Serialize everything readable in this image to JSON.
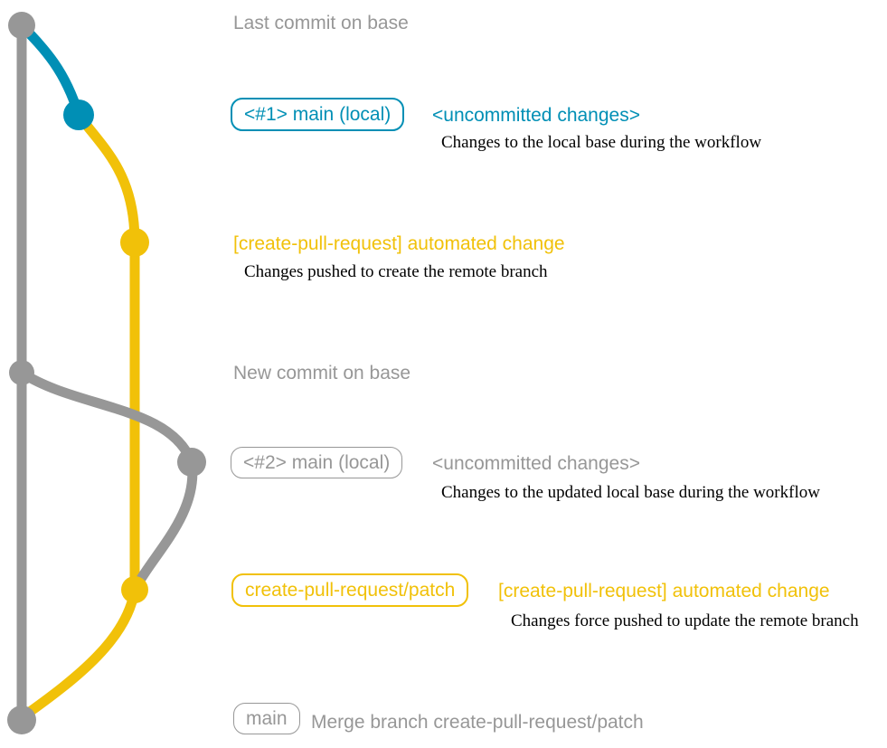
{
  "colors": {
    "gray": "#979797",
    "blue": "#008fb5",
    "yellow": "#f1c109",
    "description_text": "#000000",
    "background": "#ffffff"
  },
  "rows": {
    "last_commit_on_base": {
      "message": "Last commit on base"
    },
    "main_local_1": {
      "badge": "<#1> main (local)",
      "message": "<uncommitted changes>",
      "description": "Changes to the local base during the workflow"
    },
    "automated_change_1": {
      "message": "[create-pull-request] automated change",
      "description": "Changes pushed to create the remote branch"
    },
    "new_commit_on_base": {
      "message": "New commit on base"
    },
    "main_local_2": {
      "badge": "<#2> main (local)",
      "message": "<uncommitted changes>",
      "description": "Changes to the updated local base during the workflow"
    },
    "patch_branch": {
      "badge": "create-pull-request/patch",
      "message": "[create-pull-request] automated change",
      "description": "Changes force pushed to update the remote branch"
    },
    "merge_commit": {
      "badge": "main",
      "message": "Merge branch create-pull-request/patch"
    }
  }
}
